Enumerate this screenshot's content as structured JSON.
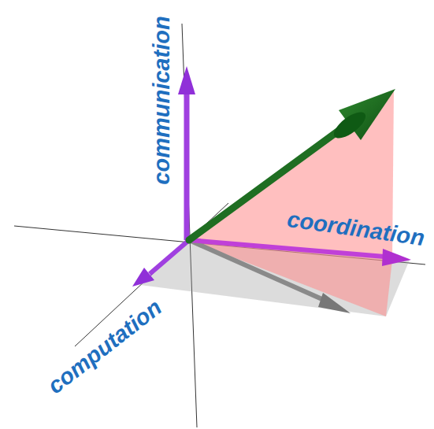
{
  "diagram": {
    "labels": [
      "communication",
      "coordination",
      "computation"
    ]
  }
}
